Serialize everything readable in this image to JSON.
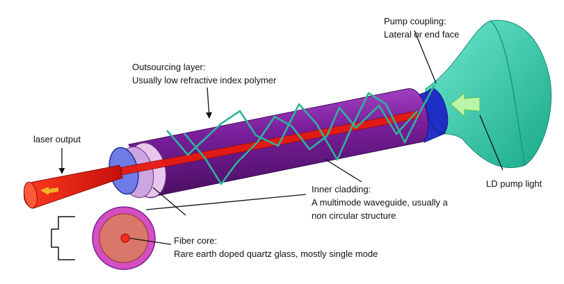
{
  "labels": {
    "pump_coupling": [
      "Pump coupling:",
      "Lateral or end face"
    ],
    "outsourcing_layer": [
      "Outsourcing layer:",
      "Usually low refractive index polymer"
    ],
    "laser_output": "laser output",
    "inner_cladding": [
      "Inner cladding:",
      "A multimode waveguide, usually a",
      "non circular structure"
    ],
    "ld_pump_light": "LD pump light",
    "fiber_core": [
      "Fiber core:",
      "Rare earth doped quartz glass, mostly single mode"
    ]
  },
  "colors": {
    "outer_coating": "#7a1f9c",
    "inner_cladding": "#1f2fc4",
    "core": "#e81a10",
    "pump_cone": "#22c9a6",
    "pump_ray": "#2a9d8f",
    "output_beam": "#e21a12",
    "cross_section_outer": "#d44fbf",
    "cross_section_inner": "#d9776b"
  }
}
